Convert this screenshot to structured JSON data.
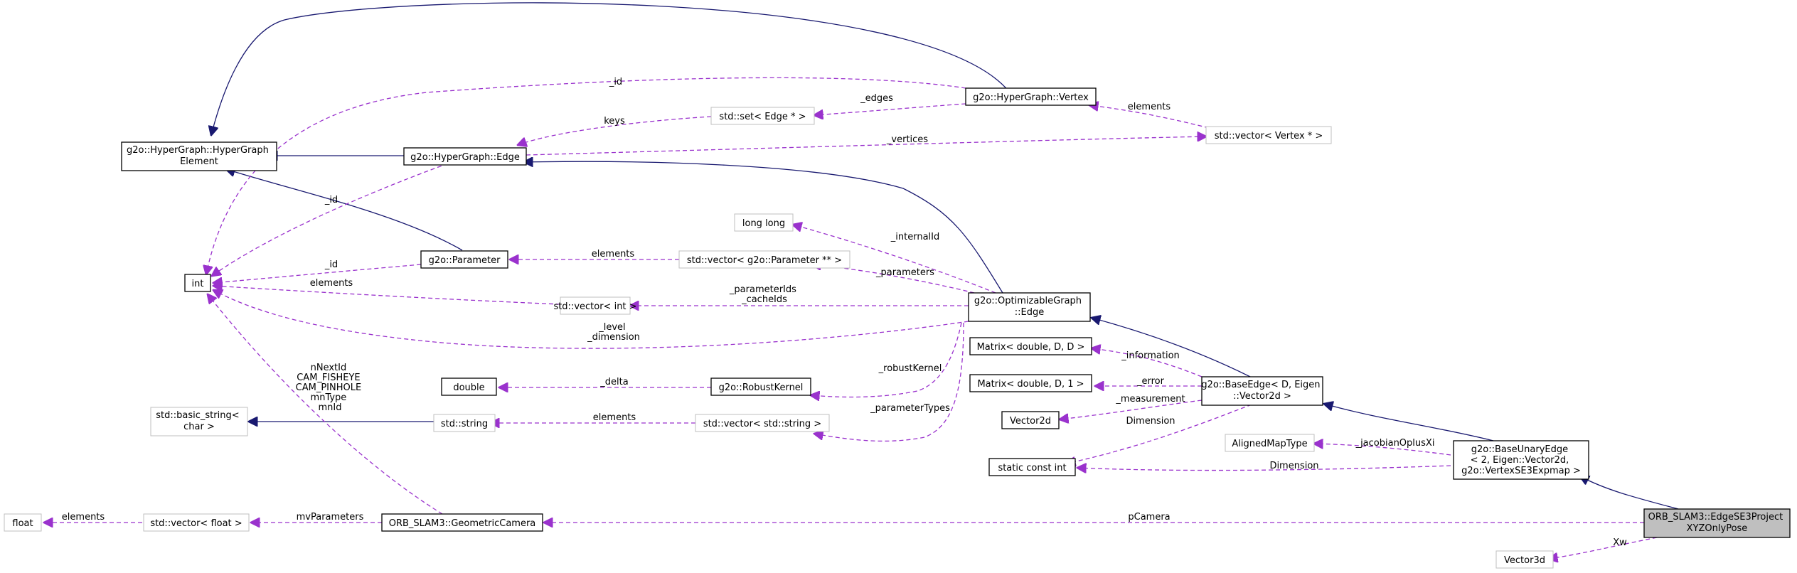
{
  "colors": {
    "inherit": "#191970",
    "use": "#9a32cd",
    "focus_fill": "#bfbfbf",
    "ghost_border": "#bfbfbf"
  },
  "nodes": {
    "hg_vertex": [
      "g2o::HyperGraph::Vertex"
    ],
    "std_set_edge": [
      "std::set< Edge * >"
    ],
    "std_vector_vertex": [
      "std::vector< Vertex * >"
    ],
    "hg_element": [
      "g2o::HyperGraph::HyperGraph",
      "Element"
    ],
    "hg_edge": [
      "g2o::HyperGraph::Edge"
    ],
    "long_long": [
      "long long"
    ],
    "g2o_parameter": [
      "g2o::Parameter"
    ],
    "std_vector_param": [
      "std::vector< g2o::Parameter ** >"
    ],
    "int": [
      "int"
    ],
    "std_vector_int": [
      "std::vector< int >"
    ],
    "opt_edge": [
      "g2o::OptimizableGraph",
      "::Edge"
    ],
    "matrix_dd": [
      "Matrix< double, D, D >"
    ],
    "matrix_d1": [
      "Matrix< double, D, 1 >"
    ],
    "double": [
      "double"
    ],
    "robust_kernel": [
      "g2o::RobustKernel"
    ],
    "base_edge": [
      "g2o::BaseEdge< D, Eigen",
      "::Vector2d >"
    ],
    "vector2d": [
      "Vector2d"
    ],
    "basic_string": [
      "std::basic_string<",
      "char >"
    ],
    "std_string": [
      "std::string"
    ],
    "std_vector_string": [
      "std::vector< std::string >"
    ],
    "aligned_map_type": [
      "AlignedMapType"
    ],
    "base_unary_edge": [
      "g2o::BaseUnaryEdge",
      "< 2, Eigen::Vector2d,",
      "g2o::VertexSE3Expmap >"
    ],
    "static_const_int": [
      "static const int"
    ],
    "float": [
      "float"
    ],
    "std_vector_float": [
      "std::vector< float >"
    ],
    "geometric_camera": [
      "ORB_SLAM3::GeometricCamera"
    ],
    "edge_se3": [
      "ORB_SLAM3::EdgeSE3Project",
      "XYZOnlyPose"
    ],
    "vector3d": [
      "Vector3d"
    ]
  },
  "labels": {
    "id_top": [
      "_id"
    ],
    "edges": [
      "_edges"
    ],
    "elements_vertex": [
      "elements"
    ],
    "keys": [
      "keys"
    ],
    "vertices": [
      "_vertices"
    ],
    "id_hgedge": [
      "_id"
    ],
    "internal_id": [
      "_internalId"
    ],
    "elements_param": [
      "elements"
    ],
    "id_param": [
      "_id"
    ],
    "parameters": [
      "_parameters"
    ],
    "elements_int": [
      "elements"
    ],
    "param_ids": [
      "_parameterIds",
      "_cacheIds"
    ],
    "level_dimension": [
      "_level",
      "_dimension"
    ],
    "camera_consts": [
      "nNextId",
      "CAM_FISHEYE",
      "CAM_PINHOLE",
      "mnType",
      "mnId"
    ],
    "information": [
      "_information"
    ],
    "delta": [
      "_delta"
    ],
    "robust_kernel_lbl": [
      "_robustKernel"
    ],
    "error": [
      "_error"
    ],
    "measurement": [
      "_measurement"
    ],
    "elements_string": [
      "elements"
    ],
    "parameter_types": [
      "_parameterTypes"
    ],
    "dimension_base": [
      "Dimension"
    ],
    "jacobian": [
      "_jacobianOplusXi"
    ],
    "dimension_unary": [
      "Dimension"
    ],
    "elements_float": [
      "elements"
    ],
    "mv_parameters": [
      "mvParameters"
    ],
    "p_camera": [
      "pCamera"
    ],
    "xw": [
      "Xw"
    ]
  }
}
